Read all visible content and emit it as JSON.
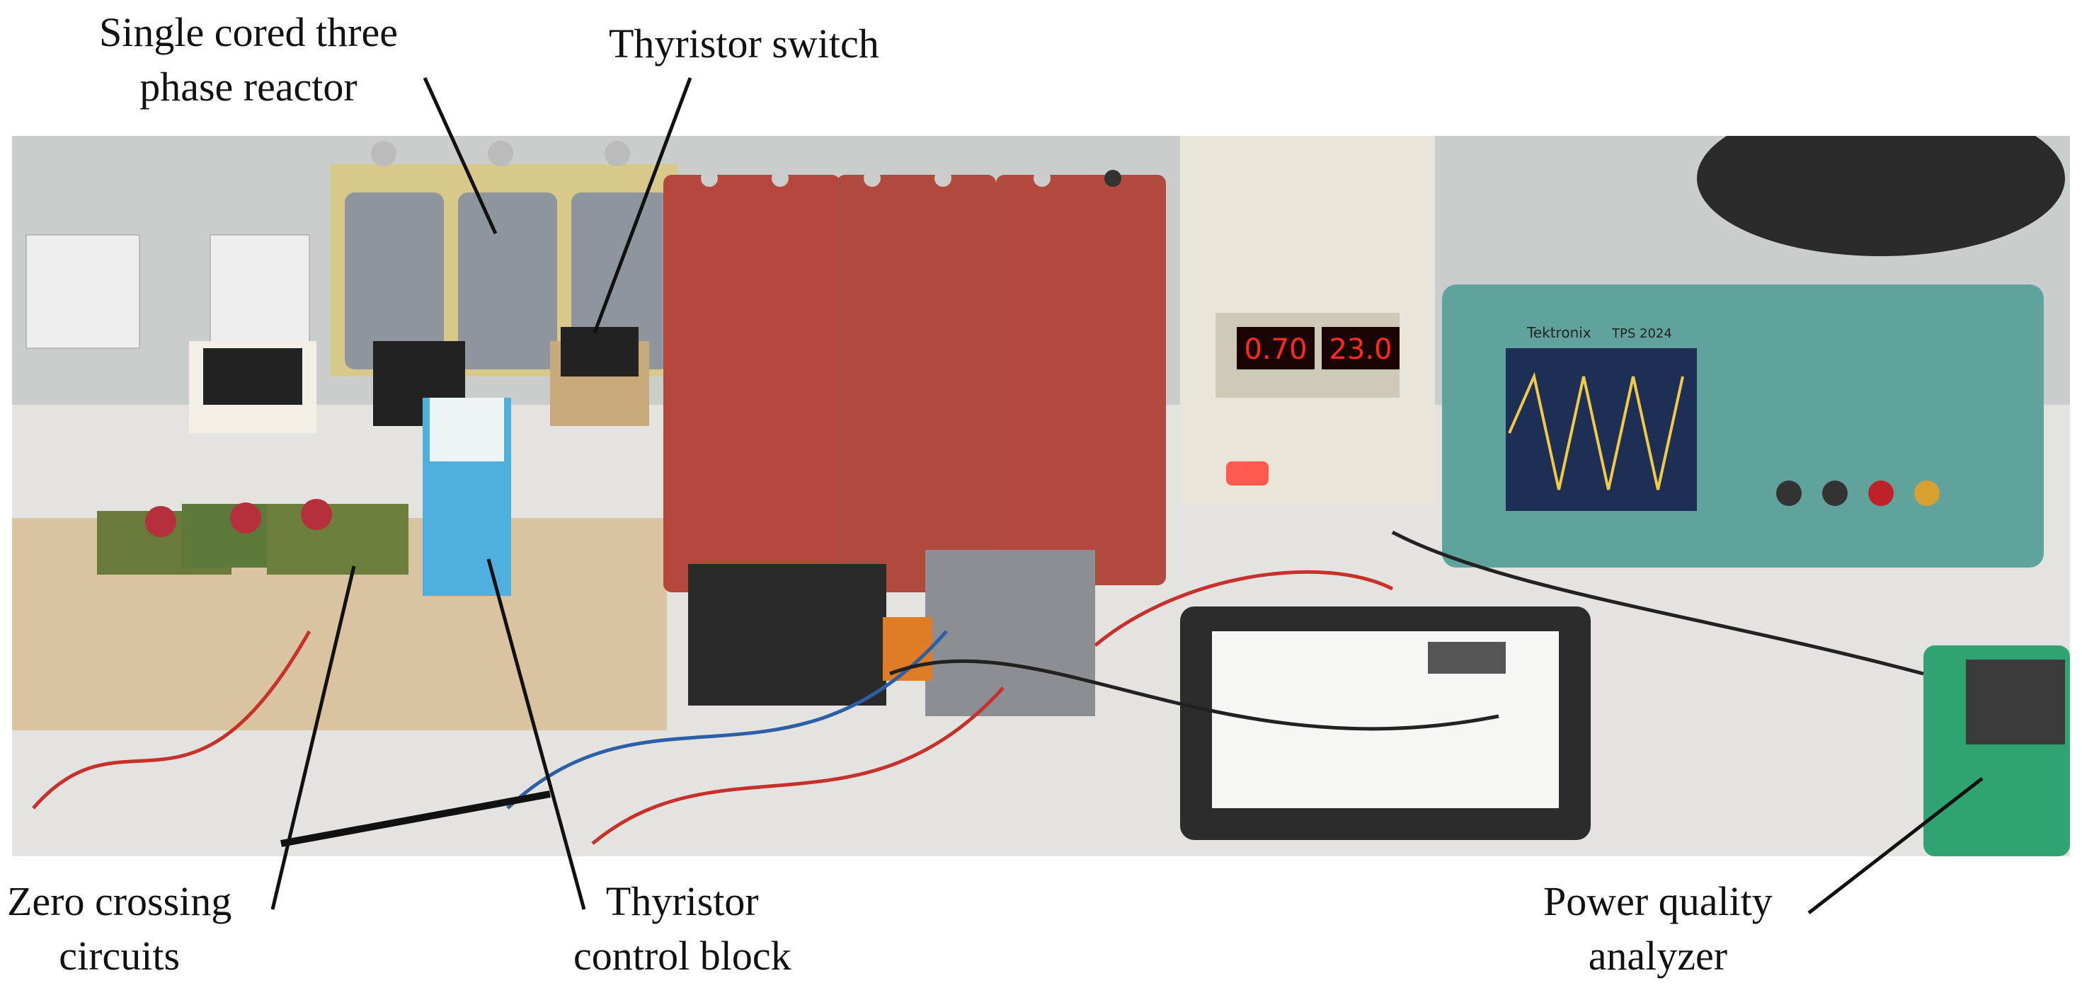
{
  "figure": {
    "labels": {
      "reactor": [
        "Single cored three",
        "phase reactor"
      ],
      "thyristor_switch": [
        "Thyristor switch"
      ],
      "zero_crossing": [
        "Zero crossing",
        "circuits"
      ],
      "control_block": [
        "Thyristor",
        "control block"
      ],
      "pqa": [
        "Power quality",
        "analyzer"
      ]
    },
    "power_supply": {
      "display_left": "0.70",
      "display_right": "23.0"
    },
    "oscilloscope": {
      "brand": "Tektronix",
      "model": "TPS 2024"
    }
  },
  "colors": {
    "capacitor": "#b5473c",
    "reactor_tape": "#8e959d",
    "oscilloscope_body": "#5fa39c",
    "analyzer_body": "#2fa472",
    "psu_display": "#ff2a1f"
  }
}
